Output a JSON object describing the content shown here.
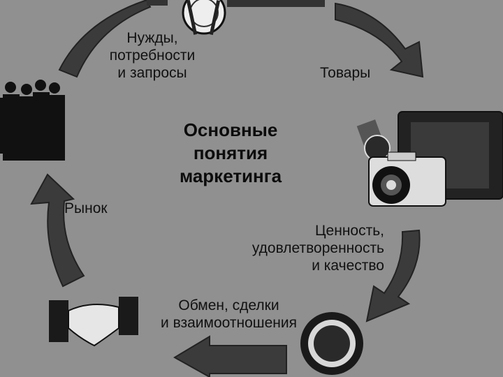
{
  "diagram": {
    "center_title": [
      "Основные",
      "понятия",
      "маркетинга"
    ],
    "nodes": [
      {
        "id": "needs",
        "label_lines": [
          "Нужды,",
          "потребности",
          "и запросы"
        ],
        "icon": "plate-fork-knife-icon"
      },
      {
        "id": "goods",
        "label_lines": [
          "Товары"
        ],
        "icon": "watch-camera-tv-icon"
      },
      {
        "id": "value",
        "label_lines": [
          "Ценность,",
          "удовлетворенность",
          "и качество"
        ],
        "icon": "quality-seal-icon"
      },
      {
        "id": "exchange",
        "label_lines": [
          "Обмен, сделки",
          "и взаимоотношения"
        ],
        "icon": "handshake-icon"
      },
      {
        "id": "market",
        "label_lines": [
          "Рынок"
        ],
        "icon": "people-group-icon"
      }
    ],
    "arrow_color": "#3a3a3a",
    "background_color": "#8a8a8a"
  }
}
